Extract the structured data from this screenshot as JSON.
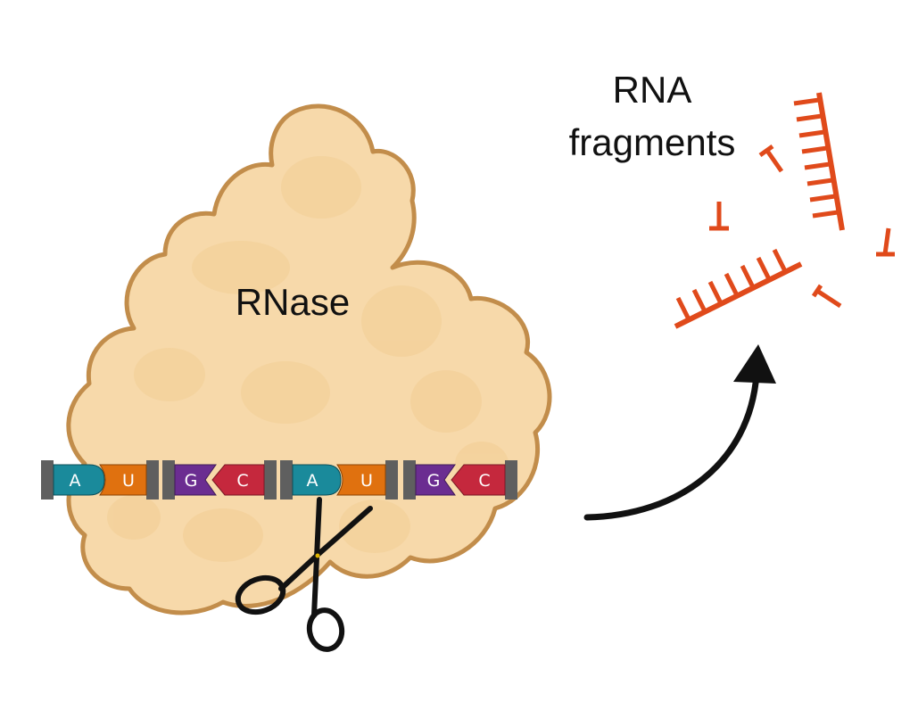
{
  "labels": {
    "enzyme": "RNase",
    "fragments_line1": "RNA",
    "fragments_line2": "fragments"
  },
  "rna_bases": [
    "A",
    "U",
    "G",
    "C",
    "A",
    "U",
    "G",
    "C"
  ],
  "colors": {
    "protein_fill": "#F7D9AA",
    "protein_outline": "#C28D4B",
    "base_A": "#1A8A9B",
    "base_U": "#E0710F",
    "base_G": "#6B2D91",
    "base_C": "#C5283D",
    "backbone": "#5F5F5F",
    "fragment": "#E04A1B",
    "arrow": "#111111",
    "scissors": "#111111"
  },
  "icons": {
    "cutter": "scissors-icon",
    "direction": "curved-arrow-icon"
  }
}
